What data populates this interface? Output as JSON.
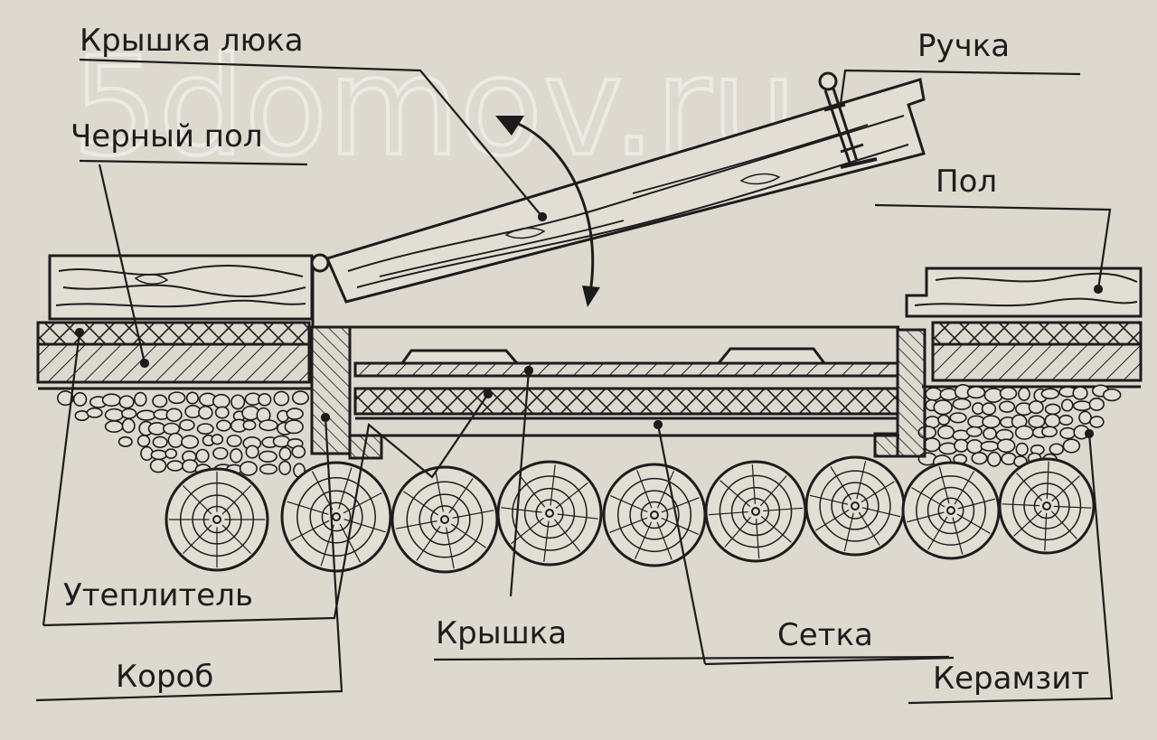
{
  "diagram": {
    "colors": {
      "paper": "#ddd9cf",
      "ink": "#1c1c1c",
      "watermark": "#eceae4"
    },
    "watermark_text": "5domov.ru",
    "labels": {
      "hatch_lid": "Крышка люка",
      "handle": "Ручка",
      "subfloor": "Черный пол",
      "floor": "Пол",
      "insulation": "Утеплитель",
      "box": "Короб",
      "lid": "Крышка",
      "mesh": "Сетка",
      "expanded_clay": "Керамзит"
    }
  }
}
